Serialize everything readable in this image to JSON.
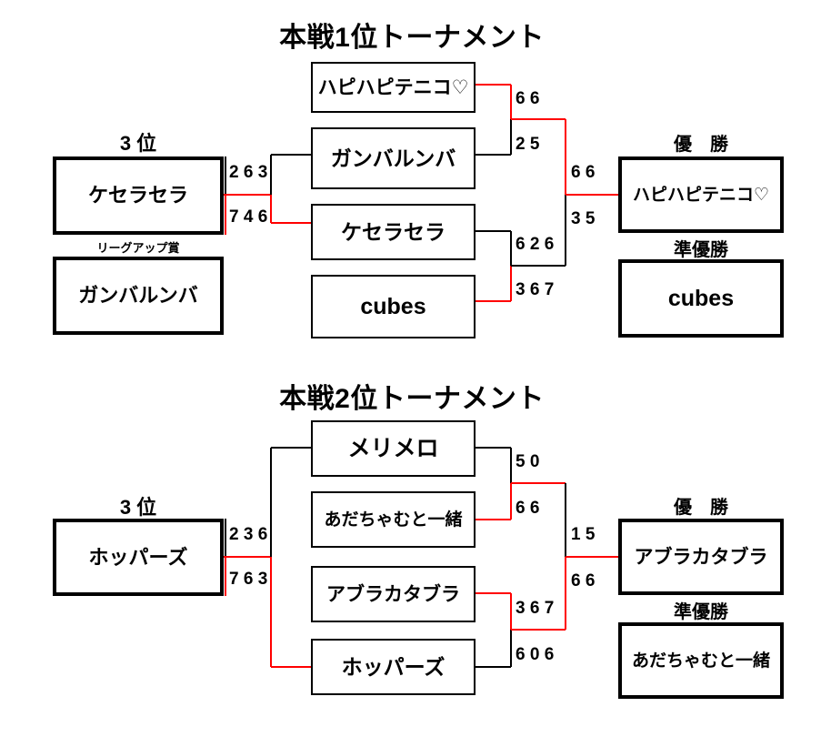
{
  "meta": {
    "line_color_win": "#ff0000",
    "line_color_lose": "#000000",
    "box_border_color": "#000000",
    "background": "#ffffff"
  },
  "tournaments": [
    {
      "id": "honsen-1i",
      "title": "本戦1位トーナメント",
      "left_side": {
        "rank_caption": "3 位",
        "rank_team": "ケセラセラ",
        "award_caption": "リーグアップ賞",
        "award_team": "ガンバルンバ",
        "scores": {
          "top": "2 6 3",
          "bottom": "7 4 6"
        }
      },
      "round1": [
        {
          "team": "ハピハピテニコ♡",
          "winner": true
        },
        {
          "team": "ガンバルンバ",
          "winner": false
        },
        {
          "team": "ケセラセラ",
          "winner": false
        },
        {
          "team": "cubes",
          "winner": true
        }
      ],
      "semifinal_scores": [
        {
          "top": "6 6",
          "bottom": "2 5"
        },
        {
          "top": "6 2 6",
          "bottom": "3 6 7"
        }
      ],
      "final_scores": {
        "top": "6 6",
        "bottom": "3 5"
      },
      "results": {
        "champion_caption": "優　勝",
        "champion_team": "ハピハピテニコ♡",
        "runnerup_caption": "準優勝",
        "runnerup_team": "cubes"
      }
    },
    {
      "id": "honsen-2i",
      "title": "本戦2位トーナメント",
      "left_side": {
        "rank_caption": "3 位",
        "rank_team": "ホッパーズ",
        "award_caption": "",
        "award_team": "",
        "scores": {
          "top": "2 3 6",
          "bottom": "7 6 3"
        }
      },
      "round1": [
        {
          "team": "メリメロ",
          "winner": false
        },
        {
          "team": "あだちゃむと一緒",
          "winner": true
        },
        {
          "team": "アブラカタブラ",
          "winner": true
        },
        {
          "team": "ホッパーズ",
          "winner": false
        }
      ],
      "semifinal_scores": [
        {
          "top": "5 0",
          "bottom": "6 6"
        },
        {
          "top": "3 6 7",
          "bottom": "6 0 6"
        }
      ],
      "final_scores": {
        "top": "1 5",
        "bottom": "6 6"
      },
      "results": {
        "champion_caption": "優　勝",
        "champion_team": "アブラカタブラ",
        "runnerup_caption": "準優勝",
        "runnerup_team": "あだちゃむと一緒"
      }
    }
  ]
}
